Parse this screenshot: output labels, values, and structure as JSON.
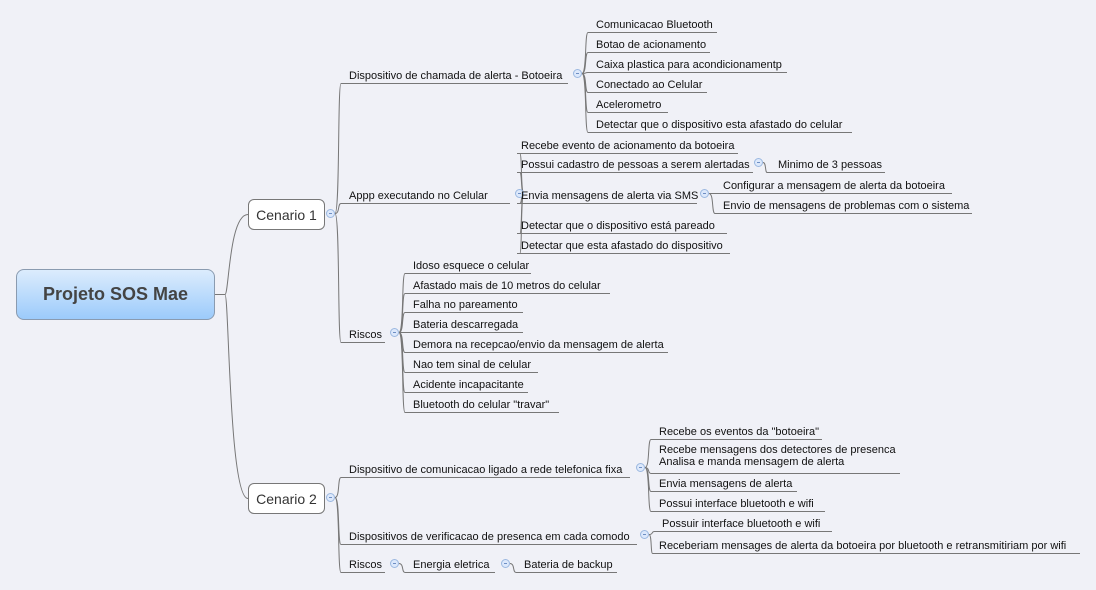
{
  "root": "Projeto SOS Mae",
  "cenario1": {
    "label": "Cenario 1",
    "botoeira": {
      "label": "Dispositivo de chamada de alerta - Botoeira",
      "items": [
        "Comunicacao Bluetooth",
        "Botao de acionamento",
        "Caixa plastica para acondicionamentp",
        "Conectado ao Celular",
        "Acelerometro",
        "Detectar que o dispositivo esta afastado do celular"
      ]
    },
    "app": {
      "label": "Appp executando no Celular",
      "items": [
        "Recebe evento de acionamento da botoeira",
        "Possui cadastro de pessoas a serem alertadas",
        "Envia mensagens de alerta via SMS",
        "Detectar que o dispositivo está pareado",
        "Detectar que esta afastado do dispositivo"
      ],
      "cadastro_child": "Minimo de 3 pessoas",
      "sms_children": [
        "Configurar a mensagem de alerta da botoeira",
        "Envio de mensagens de problemas com o sistema"
      ]
    },
    "riscos": {
      "label": "Riscos",
      "items": [
        "Idoso esquece o celular",
        "Afastado mais de 10 metros do celular",
        "Falha no pareamento",
        "Bateria descarregada",
        "Demora na recepcao/envio da mensagem de alerta",
        "Nao tem sinal de celular",
        "Acidente incapacitante",
        "Bluetooth do celular \"travar\""
      ]
    }
  },
  "cenario2": {
    "label": "Cenario 2",
    "comunicacao": {
      "label": "Dispositivo de comunicacao ligado a rede telefonica  fixa",
      "items": [
        "Recebe os eventos da \"botoeira\"",
        "Recebe mensagens dos detectores de presenca",
        "Analisa e manda mensagem de alerta",
        "Envia mensagens de alerta",
        "Possui interface bluetooth e wifi"
      ]
    },
    "verificacao": {
      "label": "Dispositivos de verificacao de presenca em cada comodo",
      "items": [
        "Possuir interface bluetooth e wifi",
        "Receberiam mensages de alerta da botoeira por bluetooth e retransmitiriam por wifi"
      ]
    },
    "riscos": {
      "label": "Riscos",
      "child": "Energia eletrica",
      "grandchild": "Bateria de backup"
    }
  }
}
